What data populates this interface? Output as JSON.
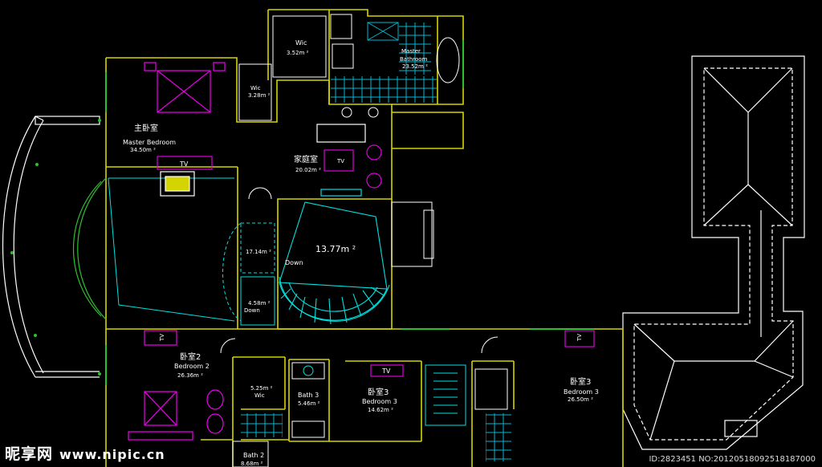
{
  "rooms": {
    "wic_top": {
      "name": "Wic",
      "area": "3.52m ²"
    },
    "master_bath": {
      "name_line1": "Master",
      "name_line2": "Bathroom",
      "area": "23.52m ²"
    },
    "wic_left": {
      "name": "Wic",
      "area": "3.28m ²"
    },
    "master_bedroom": {
      "cn": "主卧室",
      "en": "Master Bedroom",
      "area": "34.50m ²"
    },
    "family_room": {
      "cn": "家庭室",
      "area": "20.02m ²"
    },
    "stair_hall": {
      "area": "13.77m ²",
      "down": "Down"
    },
    "landing": {
      "area": "17.14m ²"
    },
    "small_stair": {
      "area": "4.58m ²",
      "down": "Down"
    },
    "bedroom2": {
      "cn": "卧室2",
      "en": "Bedroom 2",
      "area": "26.36m ²"
    },
    "wic_b2": {
      "area": "5.25m ²",
      "name": "Wic"
    },
    "bath3": {
      "name": "Bath 3",
      "area": "5.46m ²"
    },
    "bedroom3a": {
      "cn": "卧室3",
      "en": "Bedroom 3",
      "area": "14.62m ²"
    },
    "bedroom3b": {
      "cn": "卧室3",
      "en": "Bedroom 3",
      "area": "26.50m ²"
    },
    "bath2": {
      "name": "Bath 2",
      "area": "8.68m ²"
    }
  },
  "tv_labels": [
    "TV",
    "TV",
    "TV",
    "TV",
    "TV"
  ],
  "watermark": {
    "brand": "昵享网",
    "url": "www.nipic.cn"
  },
  "image_id": "ID:2823451 NO:20120518092518187000",
  "colors": {
    "wall": "#d4d400",
    "wall_green": "#2cc12c",
    "furniture": "#e000e0",
    "stair": "#00e0e0",
    "white": "#ffffff",
    "tile": "#00c8d0"
  }
}
